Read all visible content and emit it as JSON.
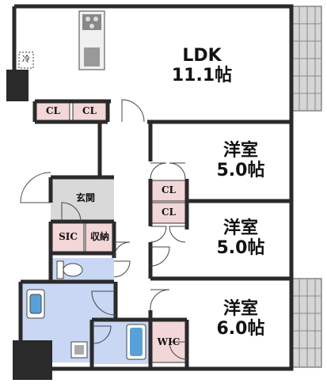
{
  "rooms": {
    "ldk": {
      "name": "LDK",
      "size": "11.1帖"
    },
    "room1": {
      "name": "洋室",
      "size": "5.0帖"
    },
    "room2": {
      "name": "洋室",
      "size": "5.0帖"
    },
    "room3": {
      "name": "洋室",
      "size": "6.0帖"
    }
  },
  "storage": {
    "cl1": "CL",
    "cl2": "CL",
    "cl3": "CL",
    "cl4": "CL",
    "sic": "SIC",
    "shuno": "収納",
    "wic": "WIC"
  },
  "genkan": "玄関",
  "fridge": "冷",
  "colors": {
    "wall": "#2a2a2a",
    "closet": "#f2d6d8",
    "wet_area": "#c9d7f5",
    "entrance": "#d9d9d9",
    "balcony": "#d6d6d6"
  }
}
